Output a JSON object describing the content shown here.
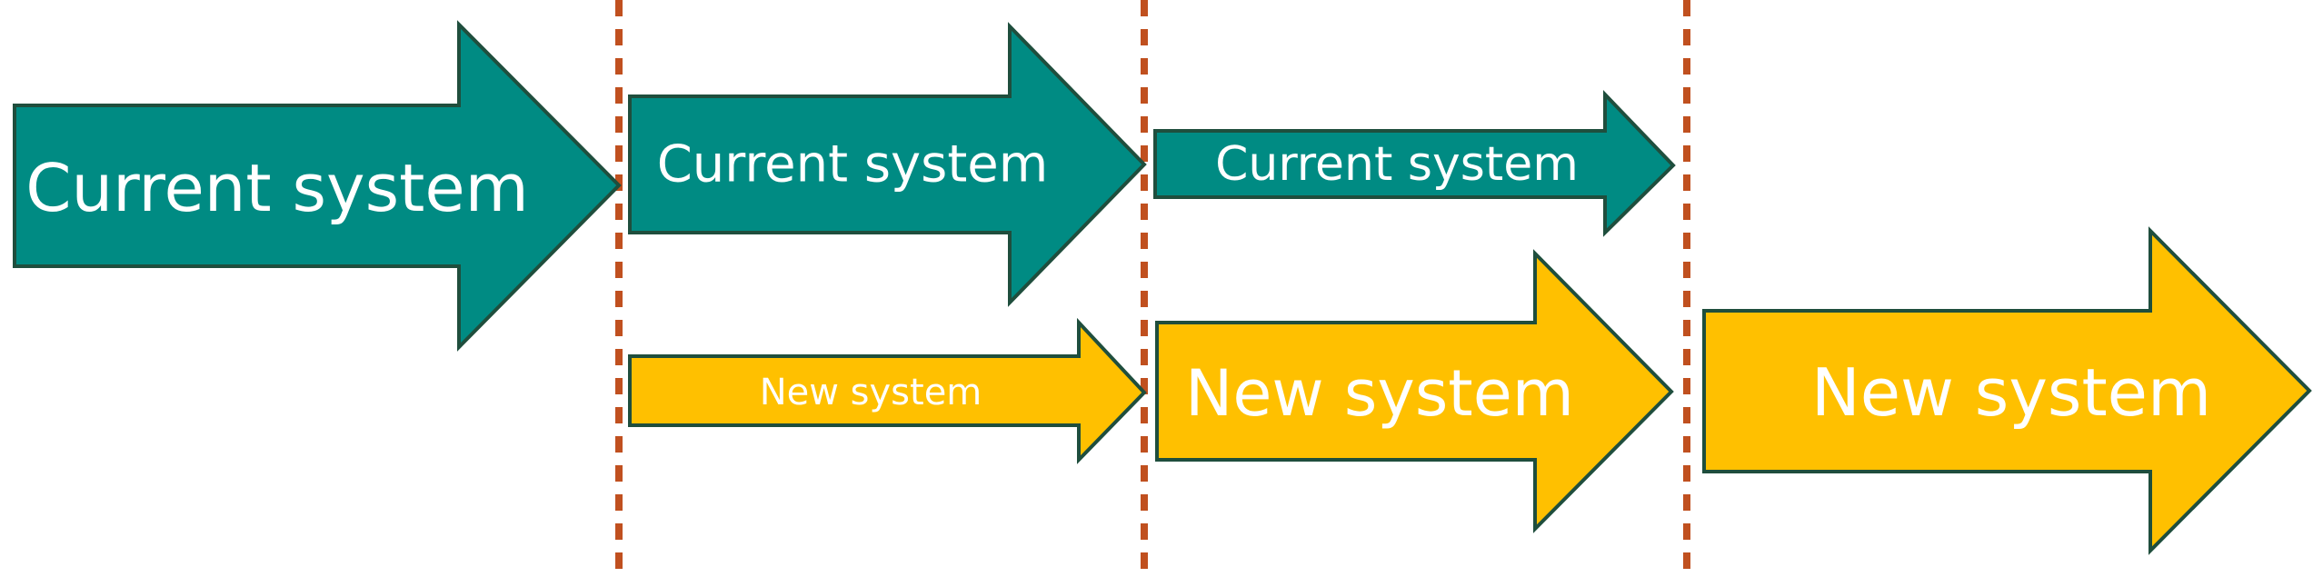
{
  "colors": {
    "current_fill": "#008B83",
    "current_stroke": "#1F4E3D",
    "new_fill": "#FFC000",
    "new_stroke": "#1F4E3D",
    "divider": "#C0501F",
    "label_text": "#FFFFFF"
  },
  "arrows": {
    "current_phase1": {
      "label": "Current system",
      "system": "current"
    },
    "current_phase2": {
      "label": "Current system",
      "system": "current"
    },
    "current_phase3": {
      "label": "Current system",
      "system": "current"
    },
    "new_phase2": {
      "label": "New system",
      "system": "new"
    },
    "new_phase3": {
      "label": "New system",
      "system": "new"
    },
    "new_phase4": {
      "label": "New system",
      "system": "new"
    }
  }
}
